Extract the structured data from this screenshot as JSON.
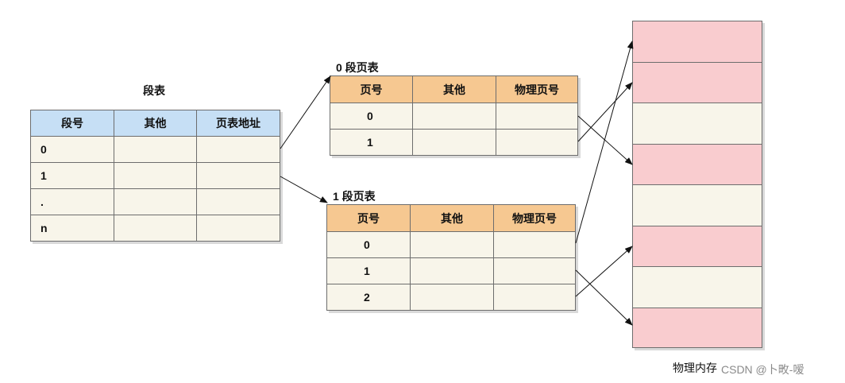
{
  "segment_table": {
    "title": "段表",
    "headers": [
      "段号",
      "其他",
      "页表地址"
    ],
    "rows": [
      "0",
      "1",
      ".",
      "n"
    ]
  },
  "page_tables": [
    {
      "title": "0 段页表",
      "headers": [
        "页号",
        "其他",
        "物理页号"
      ],
      "rows": [
        "0",
        "1"
      ]
    },
    {
      "title": "1 段页表",
      "headers": [
        "页号",
        "其他",
        "物理页号"
      ],
      "rows": [
        "0",
        "1",
        "2"
      ]
    }
  ],
  "physical_memory": {
    "label": "物理内存",
    "blocks": [
      "occupied",
      "occupied",
      "free",
      "occupied",
      "free",
      "occupied",
      "free",
      "occupied"
    ]
  },
  "colors": {
    "segment_header": "#c6dff5",
    "page_header": "#f6c891",
    "cell": "#f8f5ea",
    "memory_occupied": "#f9cccf",
    "memory_free": "#f8f5ea"
  },
  "watermark": "CSDN @卜畋-嗳"
}
